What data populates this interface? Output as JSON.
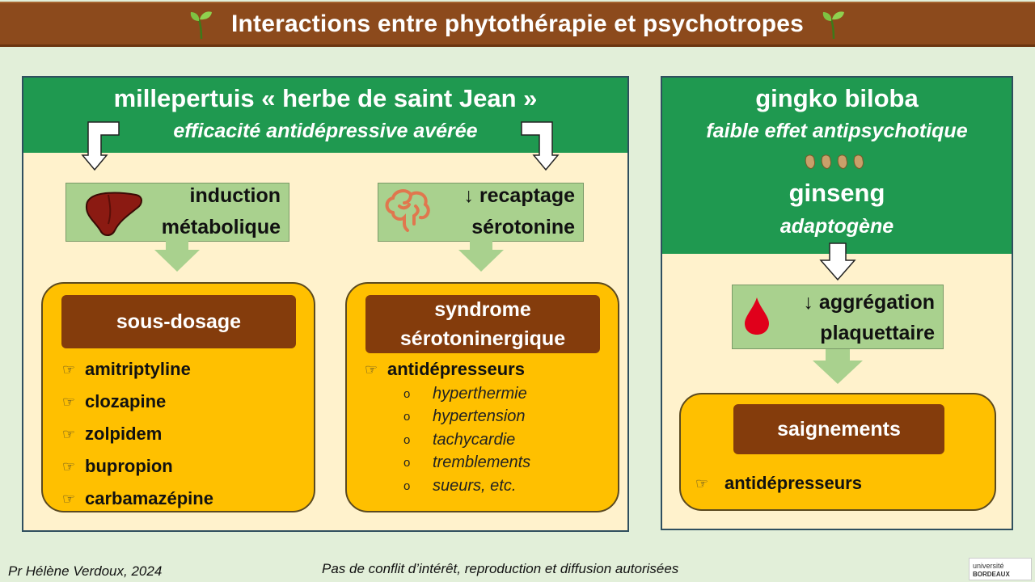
{
  "title": "Interactions entre phytothérapie et psychotropes",
  "left_panel": {
    "heading": "millepertuis « herbe de saint Jean »",
    "subheading": "efficacité antidépressive avérée",
    "metabolic": {
      "line1": "induction",
      "line2": "métabolique",
      "icon": "liver-icon"
    },
    "reuptake": {
      "line1": "↓ recaptage",
      "line2": "sérotonine",
      "icon": "brain-icon"
    },
    "underdosing": {
      "label": "sous-dosage",
      "items": [
        "amitriptyline",
        "clozapine",
        "zolpidem",
        "bupropion",
        "carbamazépine"
      ]
    },
    "serotonin_syndrome": {
      "label_line1": "syndrome",
      "label_line2": "sérotoninergique",
      "item": "antidépresseurs",
      "symptoms": [
        "hyperthermie",
        "hypertension",
        "tachycardie",
        "tremblements",
        "sueurs, etc."
      ]
    }
  },
  "right_panel": {
    "heading1": "gingko biloba",
    "sub1": "faible effet antipsychotique",
    "heading2": "ginseng",
    "sub2": "adaptogène",
    "platelet": {
      "line1": "↓ aggrégation",
      "line2": "plaquettaire",
      "icon": "blood-drop-icon"
    },
    "bleeding": {
      "label": "saignements",
      "item": "antidépresseurs"
    }
  },
  "footer": {
    "author": "Pr Hélène Verdoux, 2024",
    "notice": "Pas de conflit d’intérêt, reproduction et diffusion autorisées",
    "logo_line1": "université",
    "logo_line2": "BORDEAUX"
  },
  "colors": {
    "background": "#e2efd9",
    "title_bar": "#8c4a1c",
    "header_green": "#1f9950",
    "panel_cream": "#fff2cc",
    "box_green": "#a9d18e",
    "orange": "#ffc000",
    "brown": "#843c0c"
  }
}
